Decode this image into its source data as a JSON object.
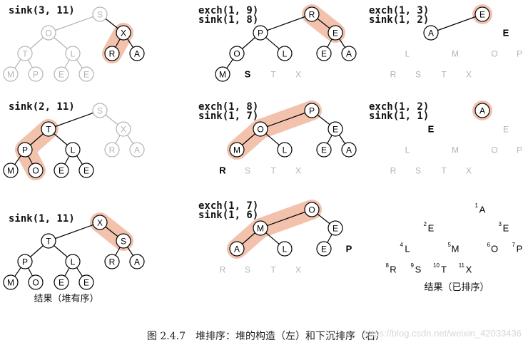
{
  "colors": {
    "highlight": "#f2c2ad",
    "ink": "#000000",
    "faded": "#b3b3b3"
  },
  "construction": {
    "steps": [
      {
        "labels": [
          "sink(3, 11)"
        ],
        "keys": [
          "S",
          "O",
          "X",
          "T",
          "L",
          "R",
          "A",
          "M",
          "P",
          "E",
          "E"
        ],
        "active_subtree": 3,
        "path": [
          3,
          6
        ]
      },
      {
        "labels": [
          "sink(2, 11)"
        ],
        "keys": [
          "S",
          "T",
          "X",
          "P",
          "L",
          "R",
          "A",
          "M",
          "O",
          "E",
          "E"
        ],
        "active_subtree": 2,
        "path": [
          2,
          4,
          9
        ]
      },
      {
        "labels": [
          "sink(1, 11)"
        ],
        "keys": [
          "X",
          "T",
          "S",
          "P",
          "L",
          "R",
          "A",
          "M",
          "O",
          "E",
          "E"
        ],
        "active_subtree": 1,
        "path": [
          1,
          3
        ]
      }
    ],
    "caption": "结果（堆有序）"
  },
  "sortdown": {
    "steps": [
      {
        "labels": [
          "exch(1, 9)",
          "sink(1, 8)"
        ],
        "keys": [
          "R",
          "P",
          "E",
          "O",
          "L",
          "E",
          "A",
          "M",
          "S",
          "T",
          "X"
        ],
        "heap_size": 8,
        "path": [
          1,
          3
        ]
      },
      {
        "labels": [
          "exch(1, 8)",
          "sink(1, 7)"
        ],
        "keys": [
          "P",
          "O",
          "E",
          "M",
          "L",
          "E",
          "A",
          "R",
          "S",
          "T",
          "X"
        ],
        "heap_size": 7,
        "path": [
          1,
          2,
          4
        ]
      },
      {
        "labels": [
          "exch(1, 7)",
          "sink(1, 6)"
        ],
        "keys": [
          "O",
          "M",
          "E",
          "A",
          "L",
          "E",
          "P",
          "R",
          "S",
          "T",
          "X"
        ],
        "heap_size": 6,
        "path": [
          1,
          2,
          4
        ]
      },
      {
        "labels": [
          "exch(1, 3)",
          "sink(1, 2)"
        ],
        "keys": [
          "E",
          "A",
          "E",
          "L",
          "M",
          "O",
          "P",
          "R",
          "S",
          "T",
          "X"
        ],
        "heap_size": 2,
        "path": [
          1
        ]
      },
      {
        "labels": [
          "exch(1, 2)",
          "sink(1, 1)"
        ],
        "keys": [
          "A",
          "E",
          "E",
          "L",
          "M",
          "O",
          "P",
          "R",
          "S",
          "T",
          "X"
        ],
        "heap_size": 1,
        "path": [
          1
        ]
      }
    ],
    "result": {
      "keys": [
        "A",
        "E",
        "E",
        "L",
        "M",
        "O",
        "P",
        "R",
        "S",
        "T",
        "X"
      ],
      "indices": [
        "1",
        "2",
        "3",
        "4",
        "5",
        "6",
        "7",
        "8",
        "9",
        "10",
        "11"
      ],
      "caption": "结果（已排序）"
    }
  },
  "figure_caption": "图 2.4.7　堆排序：堆的构造（左）和下沉排序（右）",
  "watermark": "https://blog.csdn.net/weixin_42033436"
}
